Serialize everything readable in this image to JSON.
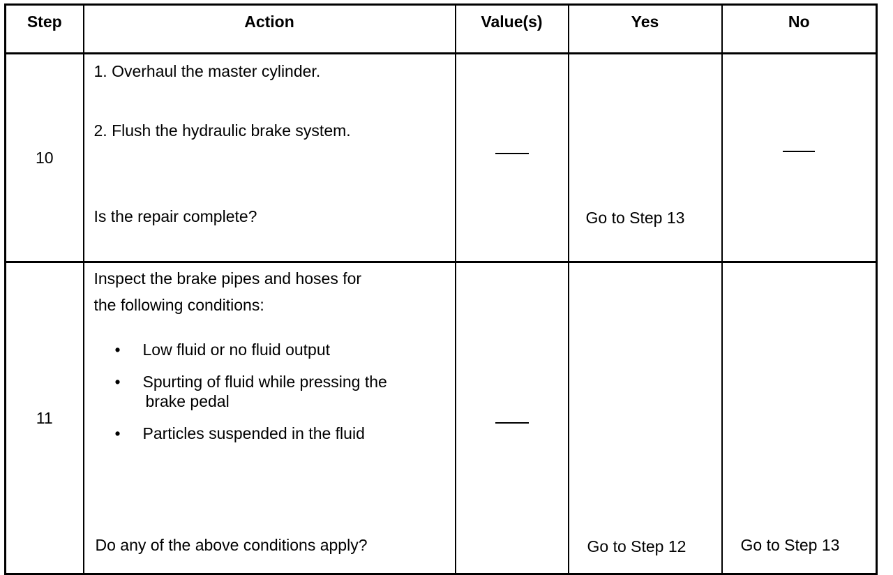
{
  "headers": {
    "step": "Step",
    "action": "Action",
    "values": "Value(s)",
    "yes": "Yes",
    "no": "No"
  },
  "rows": [
    {
      "step": "10",
      "action": {
        "line1": "1. Overhaul the master cylinder.",
        "line2": "2. Flush the hydraulic brake system.",
        "question": "Is the repair complete?"
      },
      "values": "—",
      "yes": "Go to Step 13",
      "no": "—"
    },
    {
      "step": "11",
      "action": {
        "intro_line1": "Inspect the brake pipes and hoses for",
        "intro_line2": "the following conditions:",
        "bullets": [
          "Low fluid or no fluid output",
          "Spurting of fluid while pressing the",
          "brake pedal",
          "Particles suspended in the fluid"
        ],
        "question": "Do any of the above conditions apply?"
      },
      "values": "—",
      "yes": "Go to Step 12",
      "no": "Go to Step 13"
    }
  ],
  "bullet_glyph": "•"
}
